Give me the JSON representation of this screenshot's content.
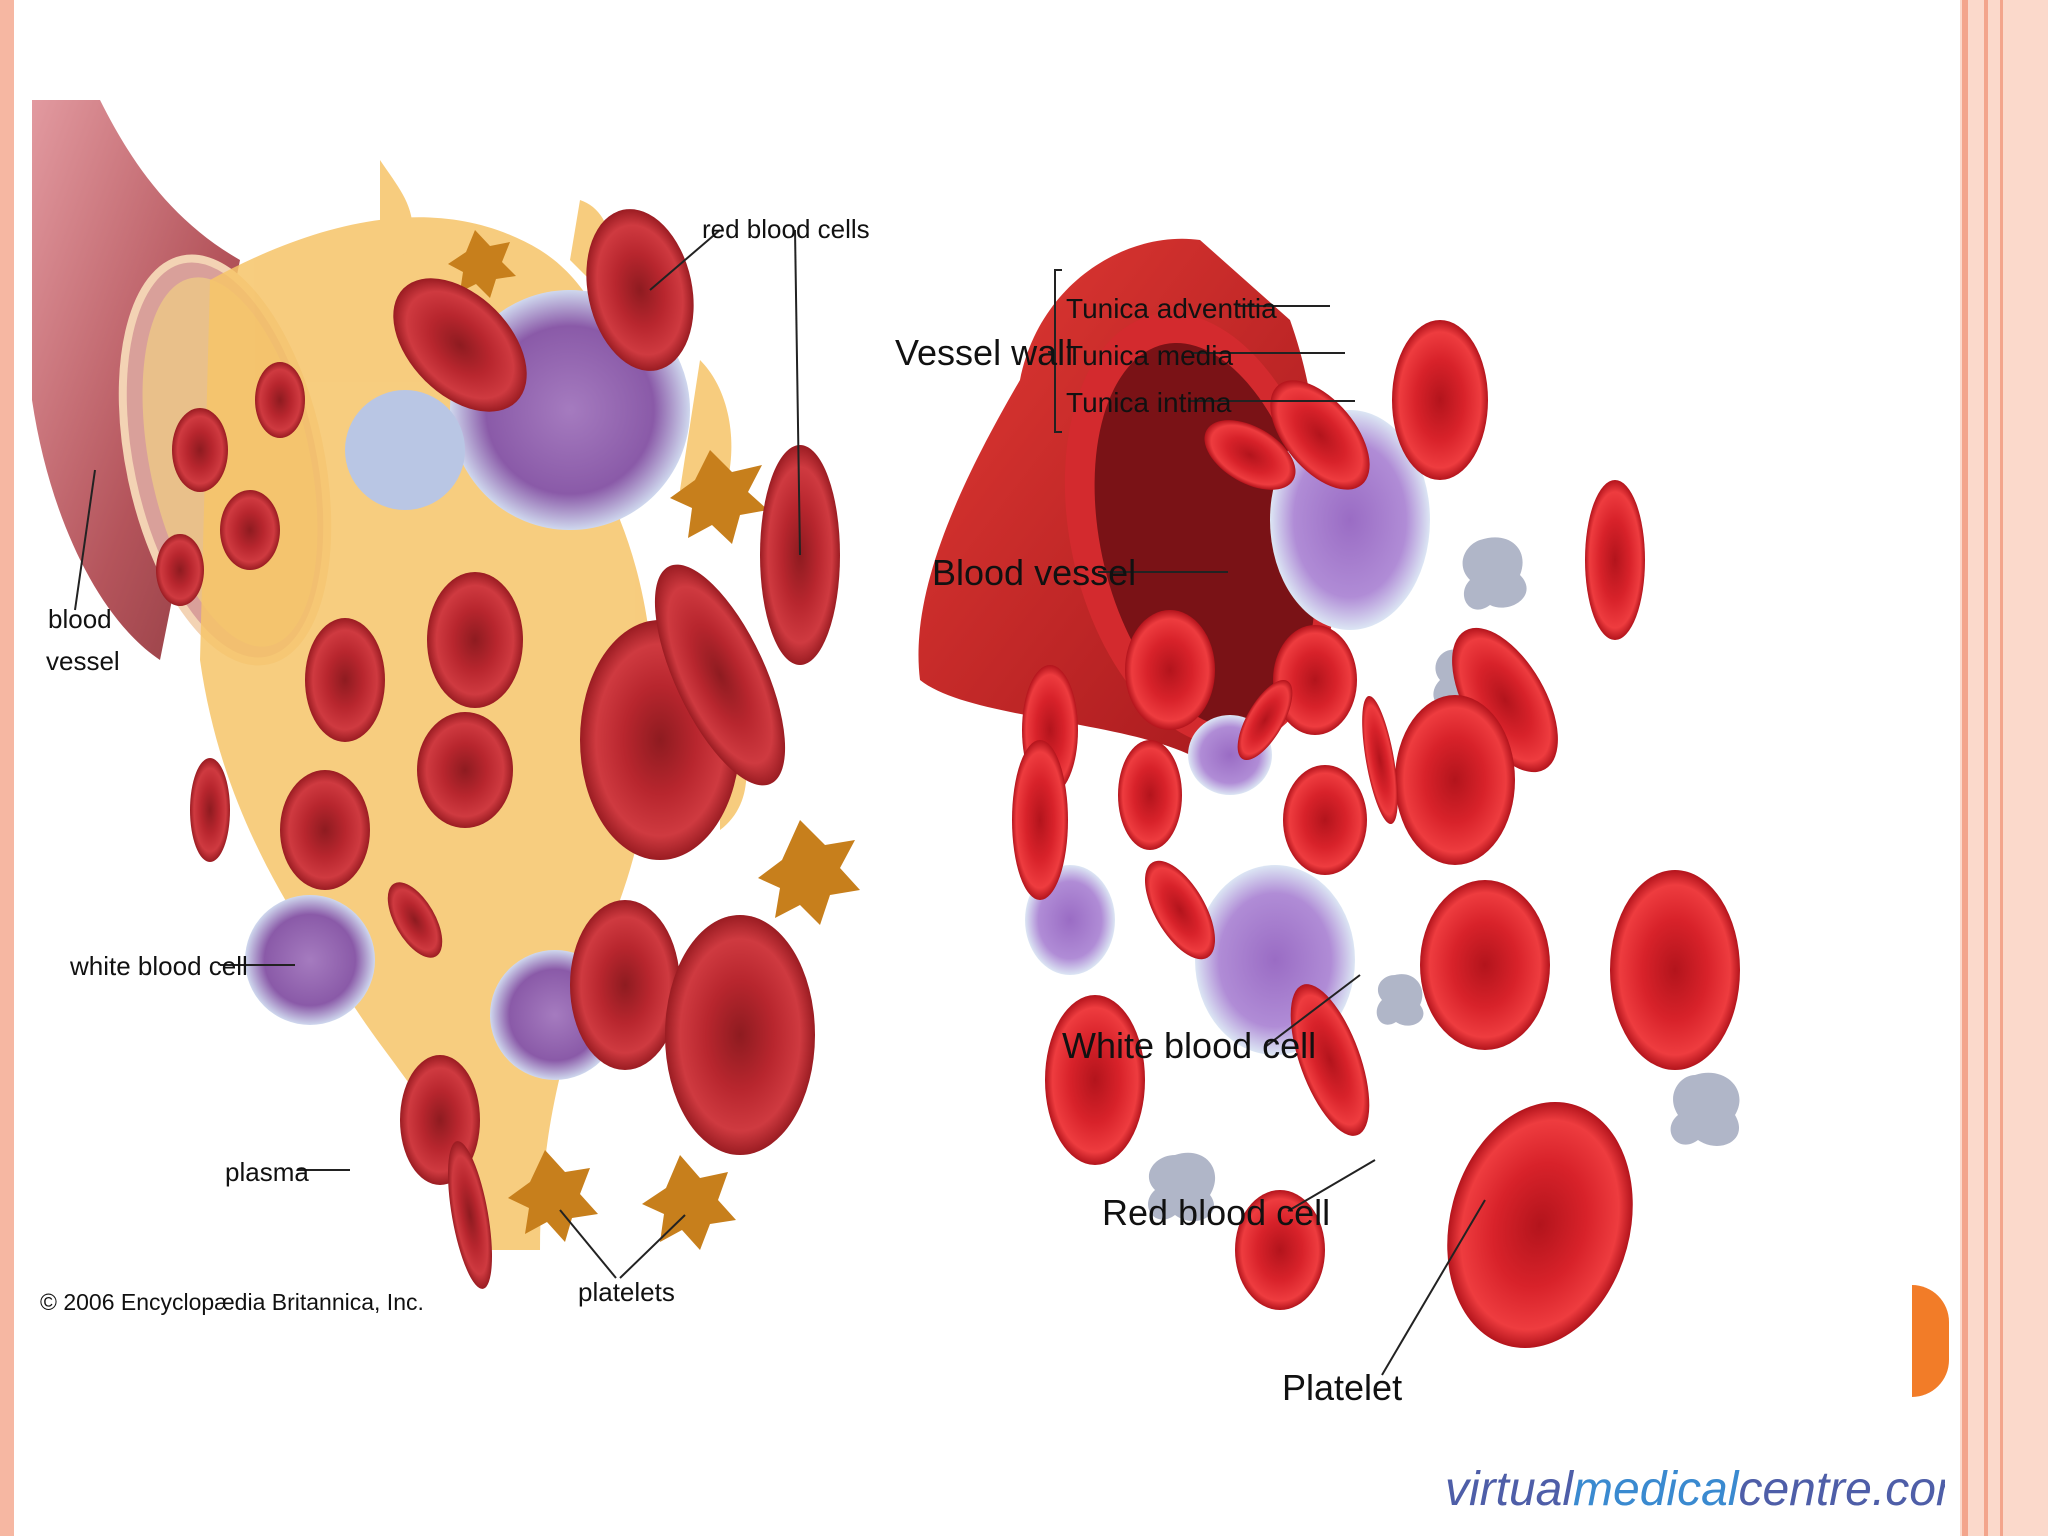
{
  "colors": {
    "accent": "#f27c28",
    "frame": "#fbd9cb",
    "rbc": "#c6252d",
    "wbc": "#8a5aa8",
    "plasma": "#f6c468"
  },
  "left_diagram": {
    "labels": {
      "red_blood_cells": "red blood cells",
      "blood_vessel_line1": "blood",
      "blood_vessel_line2": "vessel",
      "white_blood_cell": "white blood cell",
      "plasma": "plasma",
      "platelets": "platelets"
    },
    "copyright": "© 2006 Encyclopædia Britannica, Inc."
  },
  "right_diagram": {
    "labels": {
      "vessel_wall": "Vessel wall",
      "tunica_adventitia": "Tunica adventitia",
      "tunica_media": "Tunica media",
      "tunica_intima": "Tunica intima",
      "blood_vessel": "Blood vessel",
      "white_blood_cell": "White blood cell",
      "red_blood_cell": "Red blood cell",
      "platelet": "Platelet"
    },
    "watermark_part1": "virtual",
    "watermark_part2": "medical",
    "watermark_part3": "centre.com"
  }
}
